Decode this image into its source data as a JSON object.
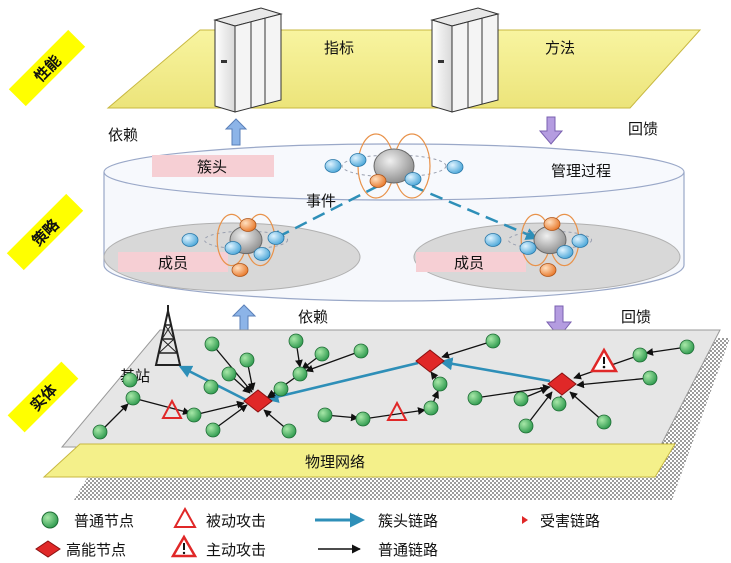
{
  "layers": {
    "performance": {
      "tag": "性能",
      "metric_label": "指标",
      "method_label": "方法"
    },
    "strategy": {
      "tag": "策略",
      "cluster_head_label": "簇头",
      "management_label": "管理过程",
      "event_label": "事件",
      "member_left_label": "成员",
      "member_right_label": "成员"
    },
    "entity": {
      "tag": "实体",
      "base_station_label": "基站",
      "physical_network_label": "物理网络"
    }
  },
  "arrows": {
    "top_dependency": "依赖",
    "top_feedback": "回馈",
    "bottom_dependency": "依赖",
    "bottom_feedback": "回馈"
  },
  "legend": {
    "normal_node": "普通节点",
    "passive_attack": "被动攻击",
    "cluster_head_link": "簇头链路",
    "damaged_link": "受害链路",
    "high_energy_node": "高能节点",
    "active_attack": "主动攻击",
    "normal_link": "普通链路"
  },
  "colors": {
    "layer_tag": "#ffff00",
    "plane_yellow": "#f4f08a",
    "network_plane": "#e6e6e6",
    "normal_node": "#38a860",
    "high_energy_node": "#e02828",
    "cluster_head_link": "#2e8fb8",
    "dependency_arrow": "#8cb4e8",
    "feedback_arrow": "#b49ce0",
    "attack_triangle": "#e02828"
  },
  "icons": {
    "server": "server-icon",
    "base_station": "antenna-tower-icon",
    "passive_attack": "triangle-outline-icon",
    "active_attack": "triangle-exclamation-icon"
  }
}
